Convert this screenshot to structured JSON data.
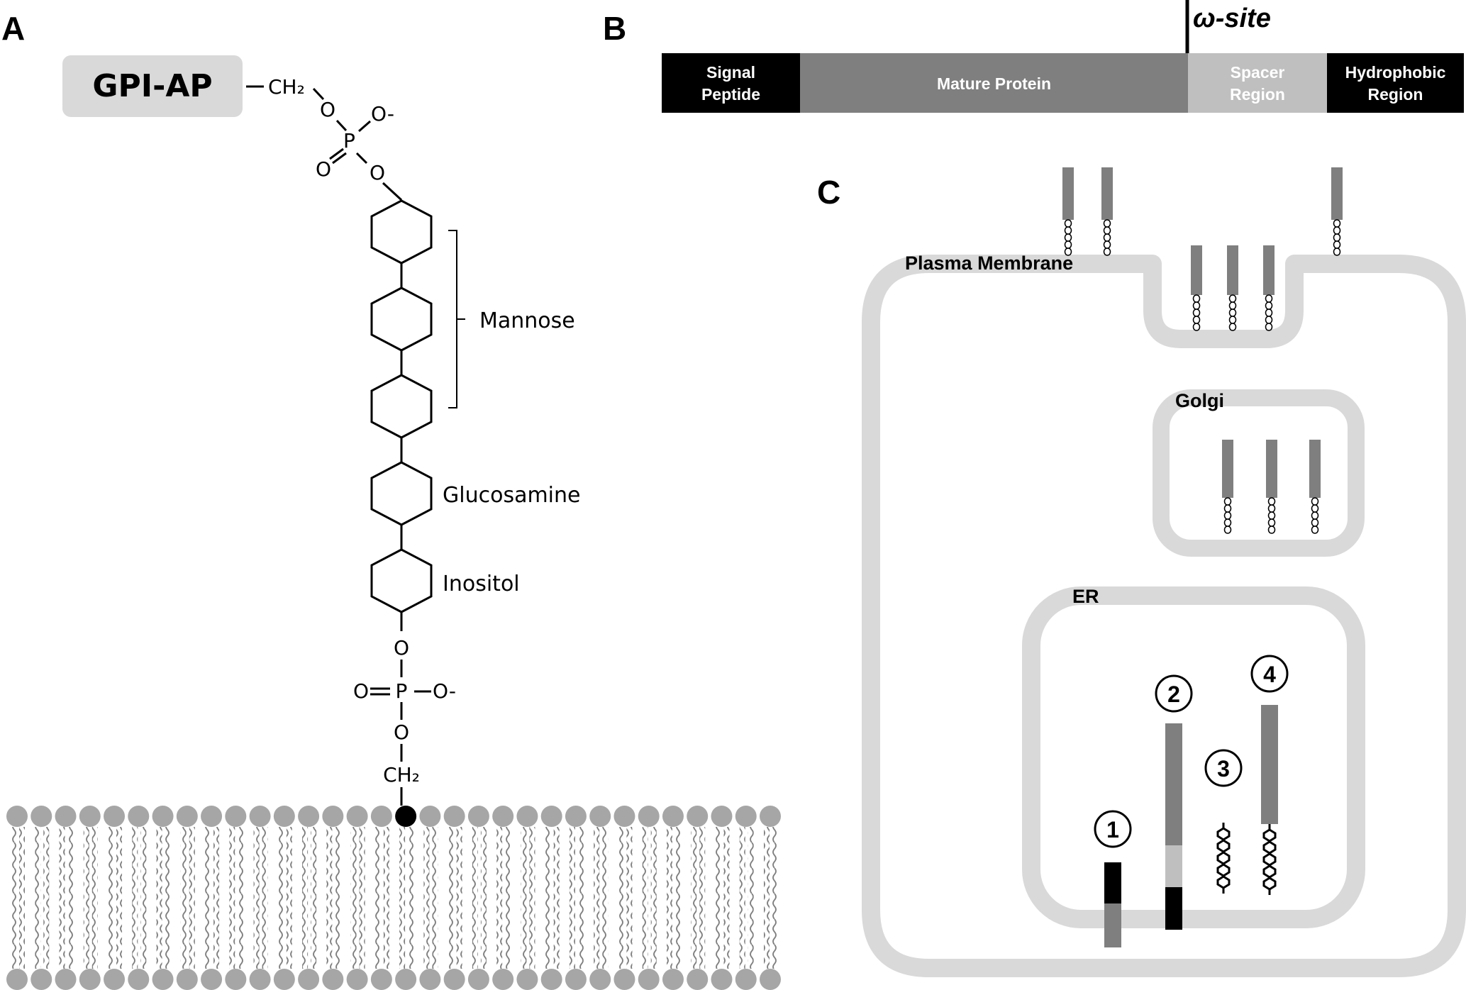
{
  "panels": {
    "a": "A",
    "b": "B",
    "c": "C"
  },
  "panel_a": {
    "gpi_ap": "GPI-AP",
    "ch2_top": "CH₂",
    "phos_top": {
      "o1": "O",
      "o_minus": "O-",
      "p": "P",
      "o_double": "O",
      "o2": "O"
    },
    "phos_bottom": {
      "o1": "O",
      "o_double": "O",
      "p": "P",
      "o_minus": "O-",
      "o2": "O"
    },
    "ch2_bottom": "CH₂",
    "labels": {
      "mannose": "Mannose",
      "glucosamine": "Glucosamine",
      "inositol": "Inositol"
    }
  },
  "panel_b": {
    "omega_site": "ω-site",
    "segments": [
      {
        "line1": "Signal",
        "line2": "Peptide",
        "fill": "#000000",
        "text": "#ffffff"
      },
      {
        "line1": "Mature Protein",
        "line2": "",
        "fill": "#7f7f7f",
        "text": "#ffffff"
      },
      {
        "line1": "Spacer",
        "line2": "Region",
        "fill": "#bfbfbf",
        "text": "#ffffff"
      },
      {
        "line1": "Hydrophobic",
        "line2": "Region",
        "fill": "#000000",
        "text": "#ffffff"
      }
    ]
  },
  "panel_c": {
    "plasma_membrane": "Plasma Membrane",
    "golgi": "Golgi",
    "er": "ER",
    "steps": [
      "1",
      "2",
      "3",
      "4"
    ]
  },
  "colors": {
    "membrane": "#d9d9d9",
    "protein": "#7f7f7f",
    "spacer": "#bfbfbf",
    "black": "#000000",
    "lipid_head": "#a6a6a6",
    "lipid_tail": "#808080",
    "gpi_box": "#d9d9d9"
  }
}
